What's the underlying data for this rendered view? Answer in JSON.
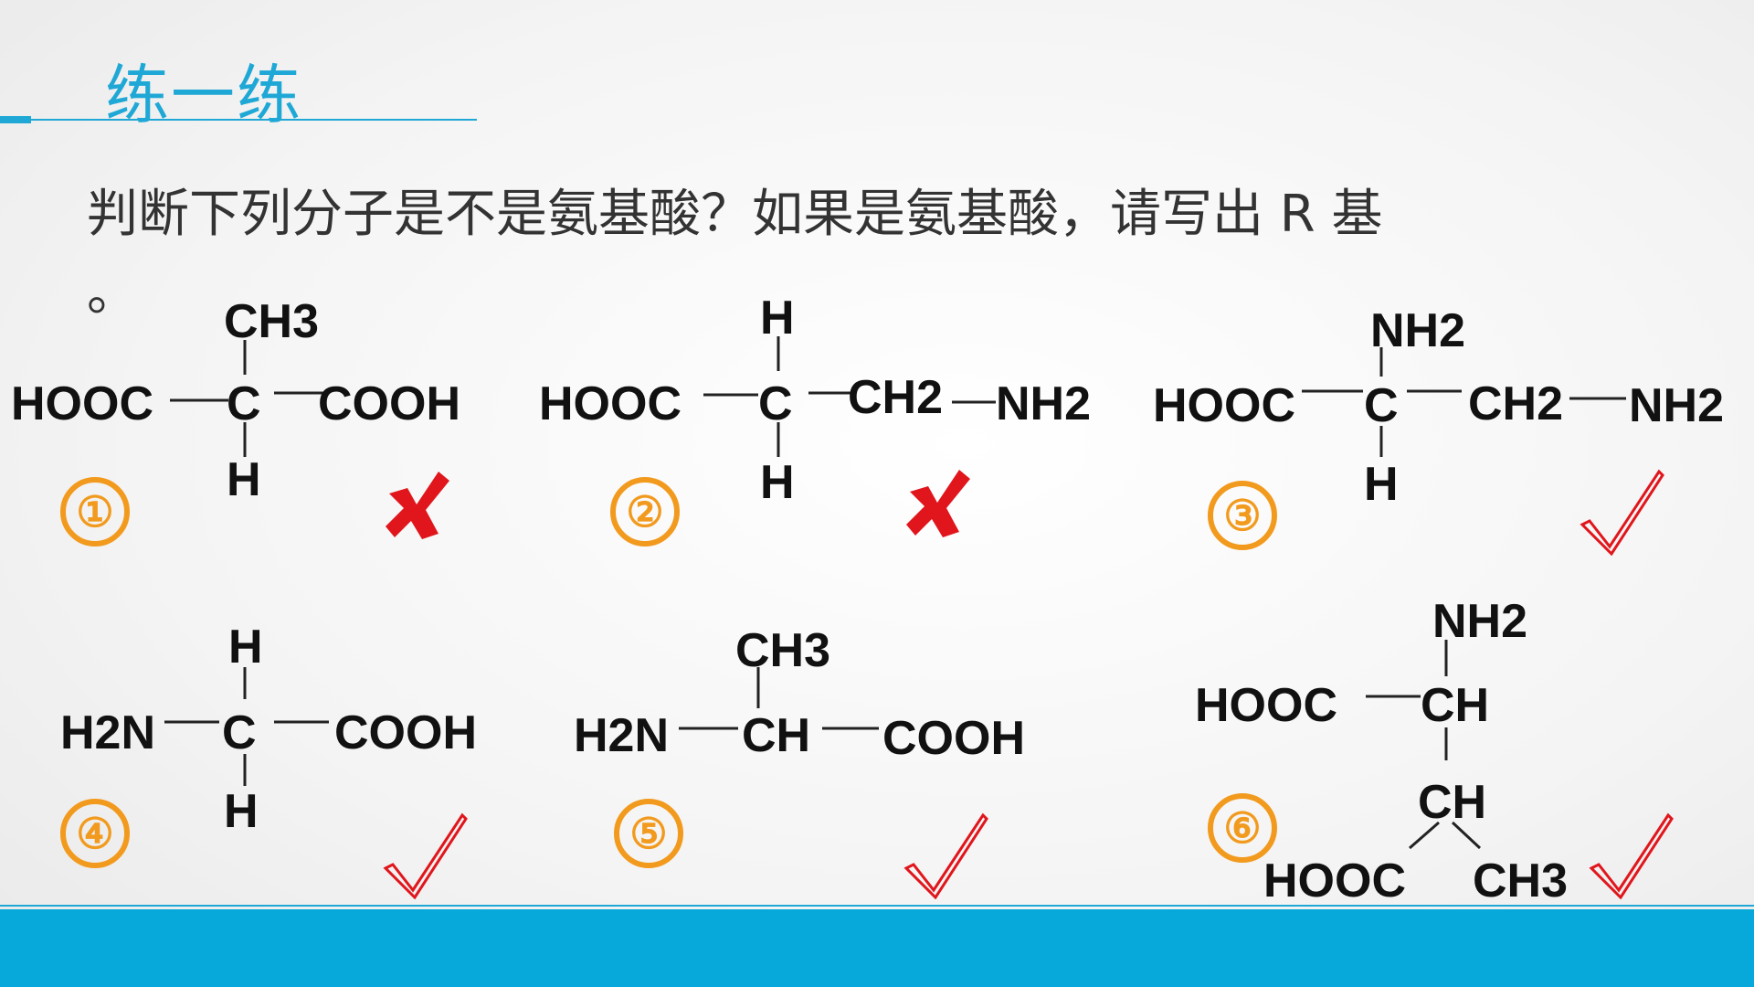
{
  "slide": {
    "title": "练一练",
    "question": "判断下列分子是不是氨基酸？如果是氨基酸，请写出 R 基",
    "question_end": "。"
  },
  "molecules": [
    {
      "number": "①",
      "labels": {
        "top": "CH3",
        "left": "HOOC",
        "center": "C",
        "right": "COOH",
        "bottom": "H"
      },
      "verdict": "cross"
    },
    {
      "number": "②",
      "labels": {
        "top": "H",
        "left": "HOOC",
        "center": "C",
        "right": "CH2",
        "far_right": "NH2",
        "bottom": "H"
      },
      "verdict": "cross"
    },
    {
      "number": "③",
      "labels": {
        "top": "NH2",
        "left": "HOOC",
        "center": "C",
        "right": "CH2",
        "far_right": "NH2",
        "bottom": "H"
      },
      "verdict": "check"
    },
    {
      "number": "④",
      "labels": {
        "top": "H",
        "left": "H2N",
        "center": "C",
        "right": "COOH",
        "bottom": "H"
      },
      "verdict": "check"
    },
    {
      "number": "⑤",
      "labels": {
        "top": "CH3",
        "left": "H2N",
        "center": "CH",
        "right": "COOH"
      },
      "verdict": "check"
    },
    {
      "number": "⑥",
      "labels": {
        "top": "NH2",
        "left": "HOOC",
        "center": "CH",
        "lower": "CH",
        "bottom_left": "HOOC",
        "bottom_right": "CH3"
      },
      "verdict": "check"
    }
  ],
  "colors": {
    "accent": "#1fa8d6",
    "number": "#f29a1e",
    "cross": "#e0161c",
    "check": "#e0161c"
  }
}
